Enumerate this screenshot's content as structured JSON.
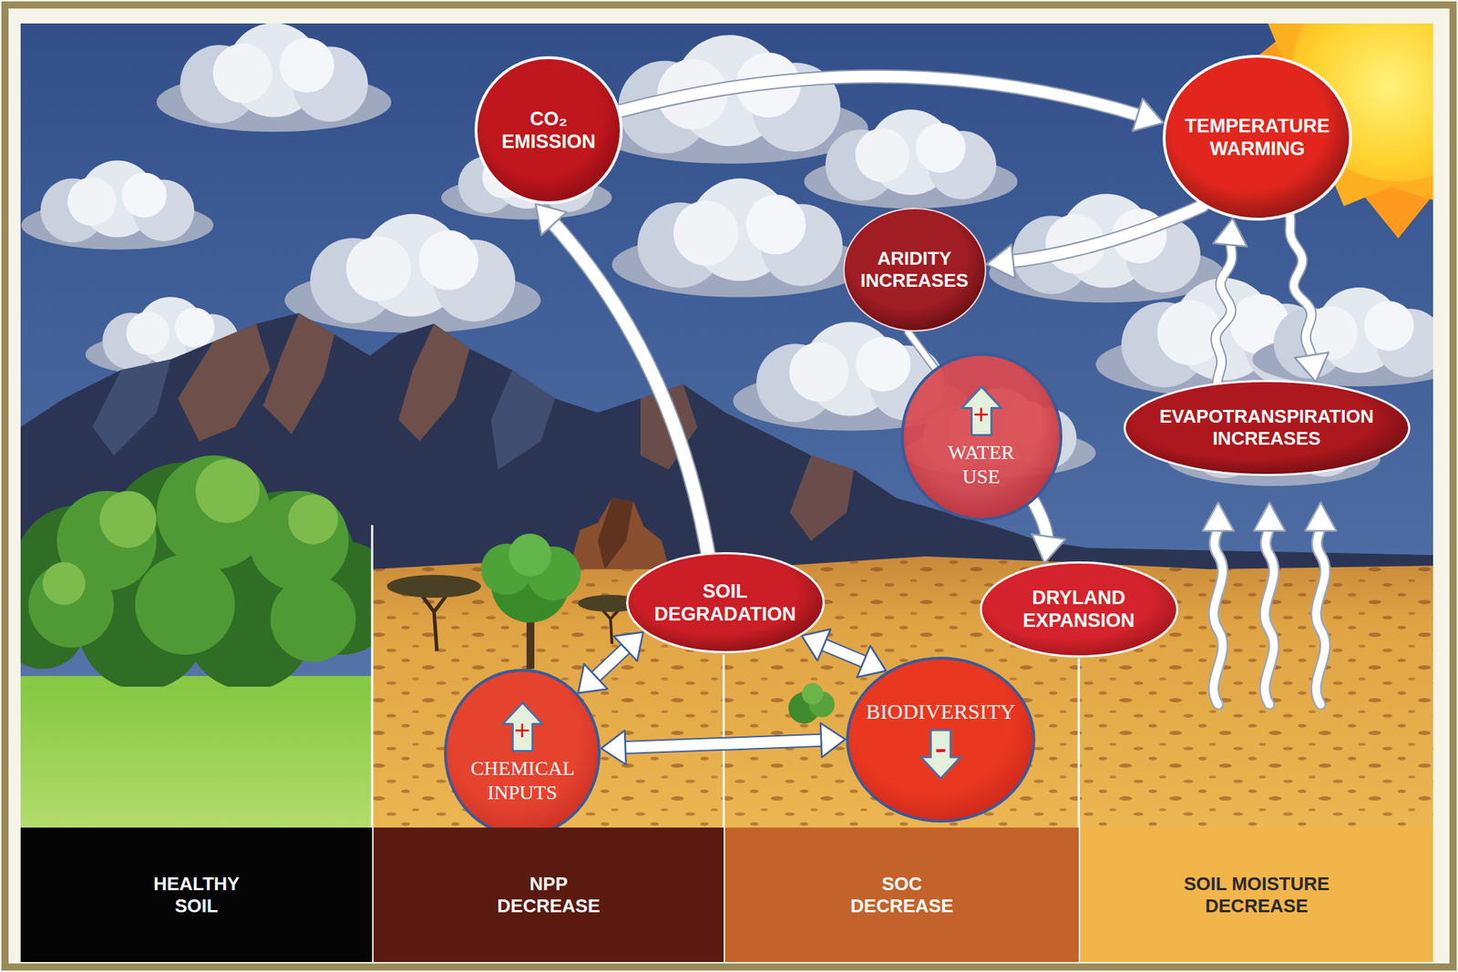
{
  "diagram": {
    "nodes": [
      {
        "text": [
          "CO₂ EMISSION"
        ]
      },
      {
        "text": [
          "TEMPERATURE WARMING"
        ]
      },
      {
        "text": [
          "ARIDITY INCREASES"
        ]
      },
      {
        "text": [
          "WATER USE"
        ]
      },
      {
        "text": [
          "EVAPOTRANSPIRATION INCREASES"
        ]
      },
      {
        "text": [
          "SOIL DEGRADATION"
        ]
      },
      {
        "text": [
          "DRYLAND EXPANSION"
        ]
      },
      {
        "text": [
          "CHEMICAL INPUTS"
        ]
      },
      {
        "text": [
          "BIODIVERSITY"
        ]
      },
      {
        "text": [
          "HEALTHY SOIL"
        ]
      },
      {
        "text": [
          "NPP DECREASE"
        ]
      },
      {
        "text": [
          "SOC DECREASE"
        ]
      },
      {
        "text": [
          "SOIL MOISTURE DECREASE"
        ]
      }
    ],
    "edges": [
      {
        "from": 0,
        "to": 1,
        "arrow": "to"
      },
      {
        "from": 1,
        "to": 2,
        "arrow": "to"
      },
      {
        "from": 1,
        "to": 4,
        "arrow": "to"
      },
      {
        "from": 4,
        "to": 1,
        "arrow": "to"
      },
      {
        "from": 2,
        "to": 3,
        "arrow": "none"
      },
      {
        "from": 3,
        "to": 6,
        "arrow": "to"
      },
      {
        "from": 5,
        "to": 0,
        "arrow": "to"
      },
      {
        "from": 5,
        "to": 7,
        "arrow": "both"
      },
      {
        "from": 5,
        "to": 8,
        "arrow": "both"
      },
      {
        "from": 7,
        "to": 8,
        "arrow": "both"
      }
    ],
    "labels": [
      "+",
      "+",
      "-"
    ]
  }
}
